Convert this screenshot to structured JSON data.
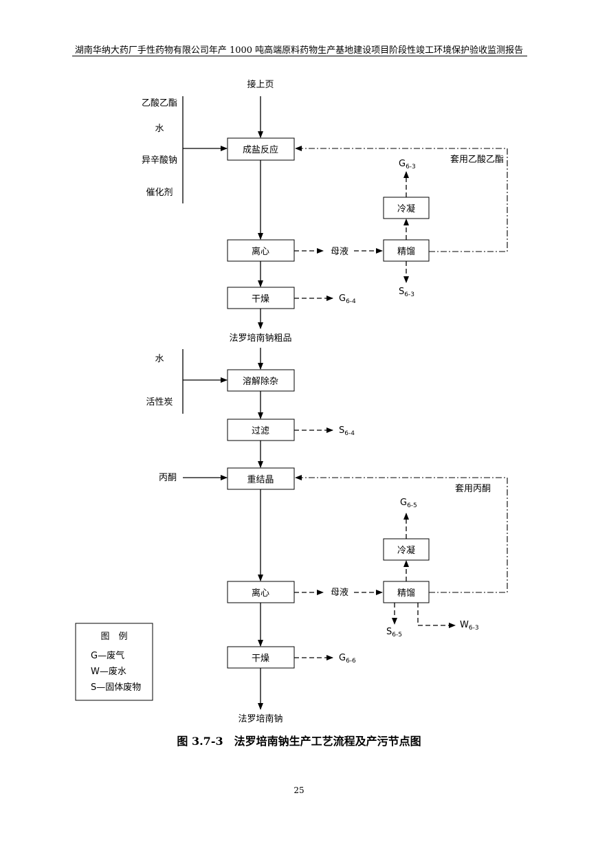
{
  "header": "湖南华纳大药厂手性药物有限公司年产 1000 吨高端原料药物生产基地建设项目阶段性竣工环境保护验收监测报告",
  "nodes": {
    "start": "接上页",
    "salt_reaction": "成盐反应",
    "centrifuge1": "离心",
    "dry1": "干燥",
    "crude_product": "法罗培南钠粗品",
    "dissolve": "溶解除杂",
    "filter": "过滤",
    "recrystallize": "重结晶",
    "centrifuge2": "离心",
    "dry2": "干燥",
    "final_product": "法罗培南钠",
    "condense1": "冷凝",
    "distill1": "精馏",
    "condense2": "冷凝",
    "distill2": "精馏"
  },
  "inputs": {
    "group1": [
      "乙酸乙酯",
      "水",
      "异辛酸钠",
      "催化剂"
    ],
    "group2": [
      "水",
      "活性炭"
    ],
    "acetone": "丙酮"
  },
  "flows": {
    "mother_liquor1": "母液",
    "mother_liquor2": "母液",
    "recycle_ethyl_acetate": "套用乙酸乙酯",
    "recycle_acetone": "套用丙酮"
  },
  "emissions": {
    "g63_top": {
      "letter": "G",
      "sub": "6-3"
    },
    "s63": {
      "letter": "S",
      "sub": "6-3"
    },
    "g64": {
      "letter": "G",
      "sub": "6-4"
    },
    "s64": {
      "letter": "S",
      "sub": "6-4"
    },
    "g65_top": {
      "letter": "G",
      "sub": "6-5"
    },
    "s65": {
      "letter": "S",
      "sub": "6-5"
    },
    "w63": {
      "letter": "W",
      "sub": "6-3"
    },
    "g66": {
      "letter": "G",
      "sub": "6-6"
    }
  },
  "legend": {
    "title": "图　例",
    "items": [
      "G—废气",
      "W—废水",
      "S—固体废物"
    ]
  },
  "caption": "图 3.7-3　法罗培南钠生产工艺流程及产污节点图",
  "page_number": "25"
}
